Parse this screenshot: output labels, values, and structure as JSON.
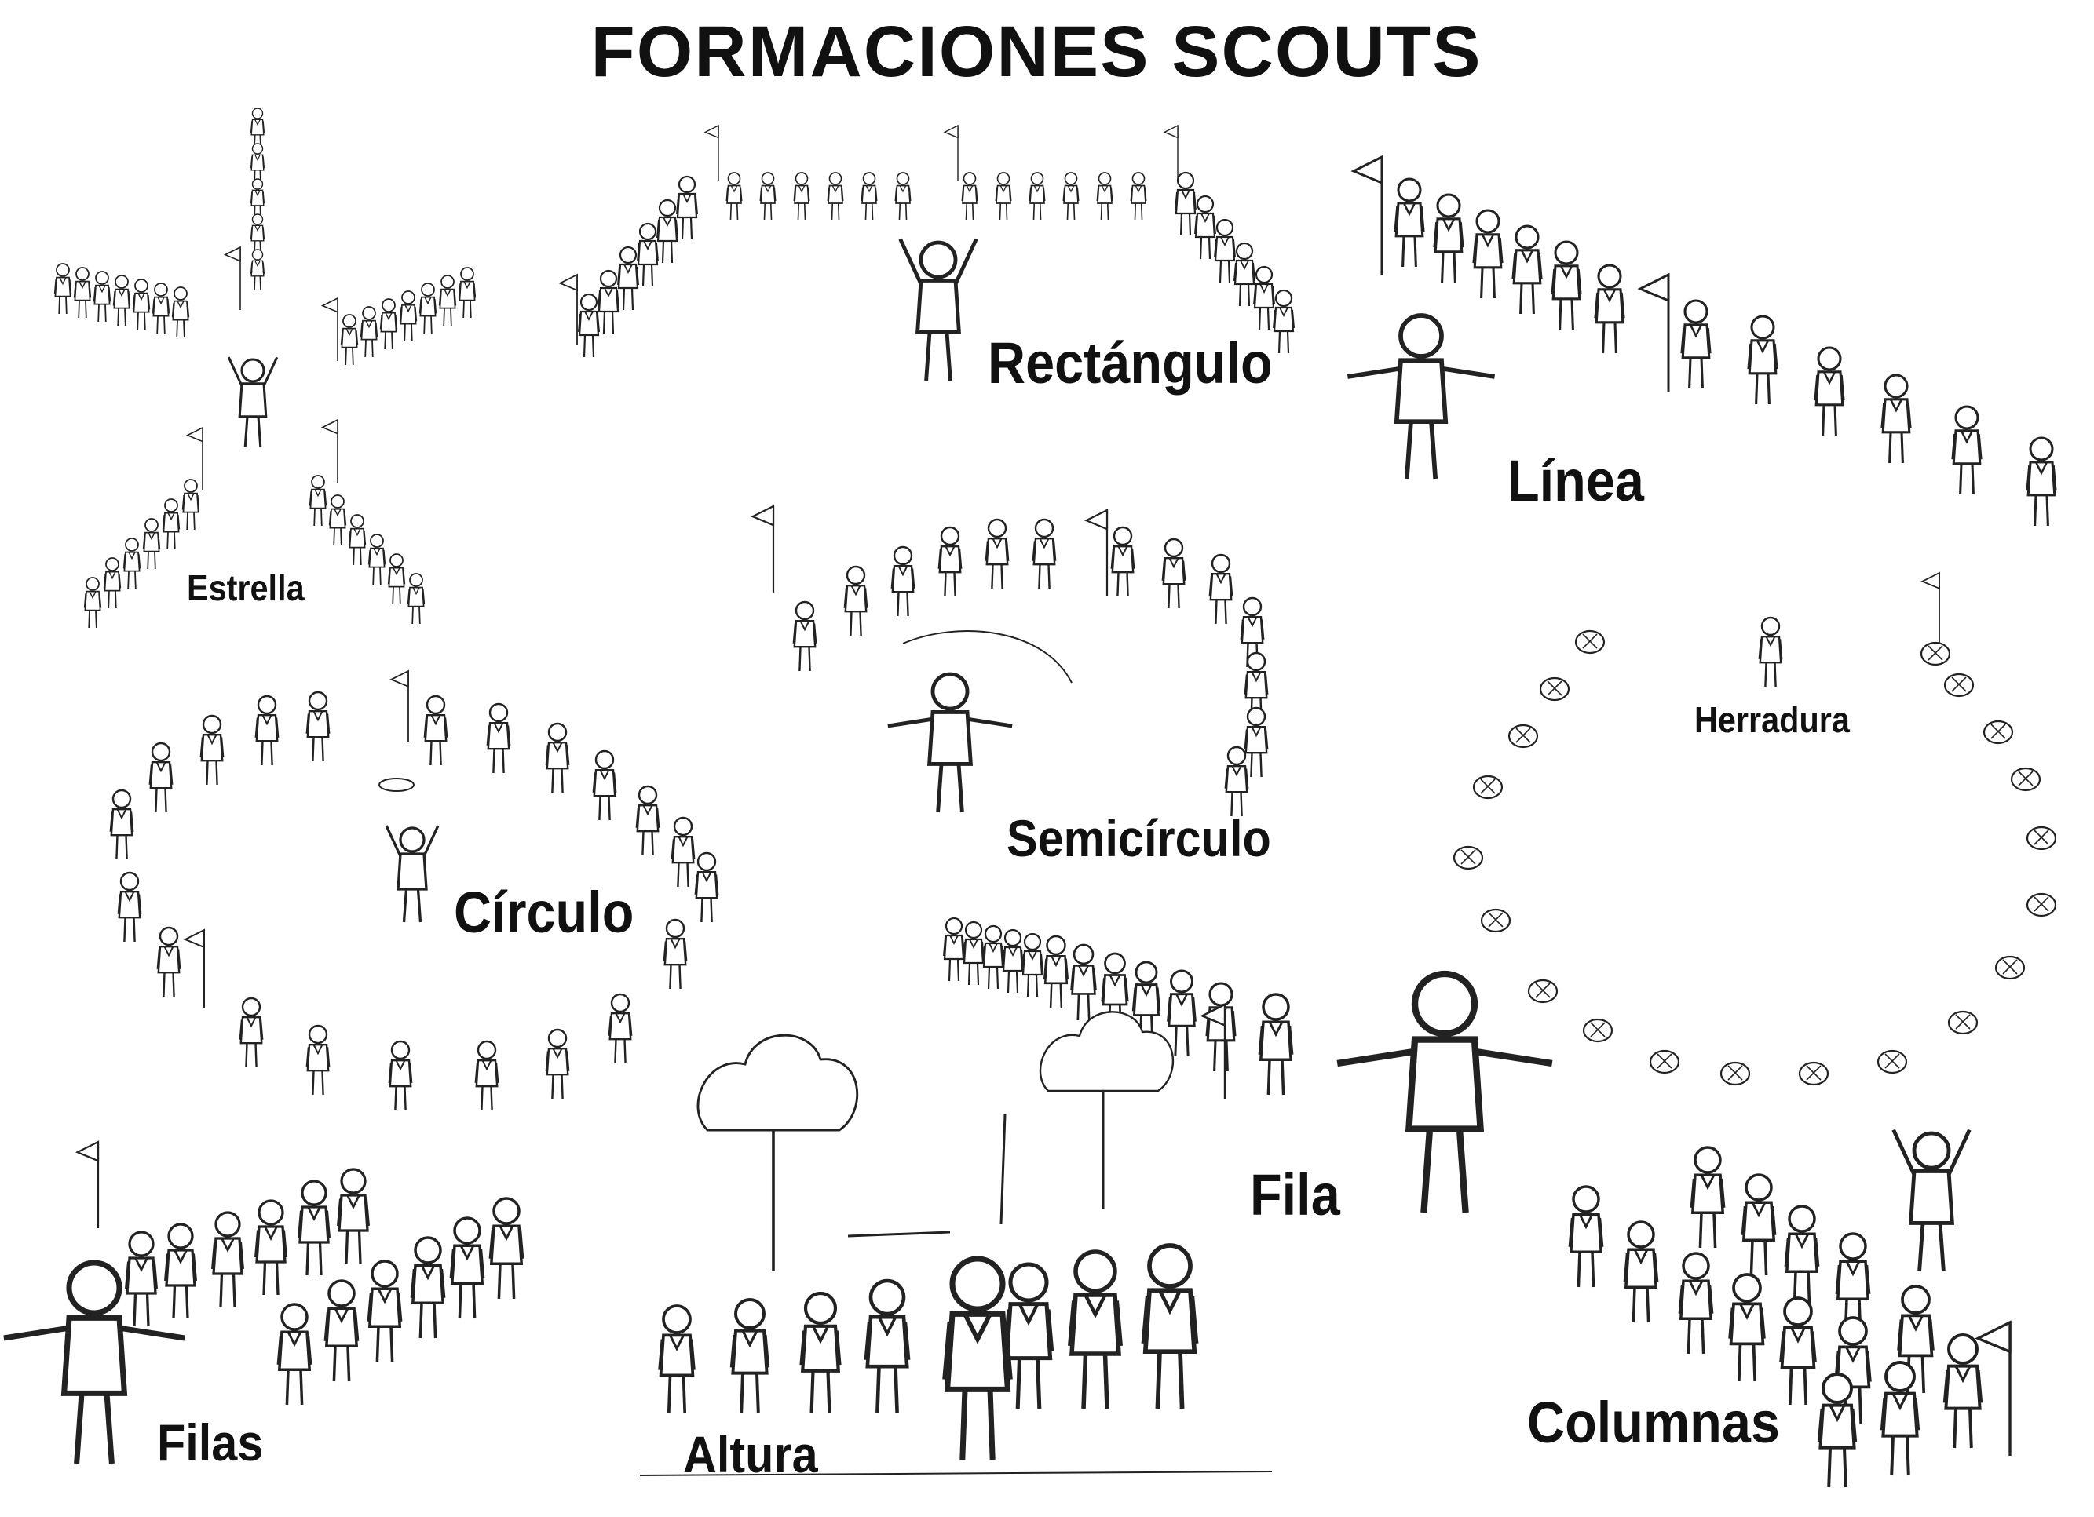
{
  "title": "FORMACIONES SCOUTS",
  "formations": {
    "estrella": "Estrella",
    "rectangulo": "Rectángulo",
    "linea": "Línea",
    "semicirculo": "Semicírculo",
    "herradura": "Herradura",
    "circulo": "Círculo",
    "fila": "Fila",
    "filas": "Filas",
    "altura": "Altura",
    "columnas": "Columnas"
  },
  "colors": {
    "ink": "#111111",
    "background": "#ffffff"
  }
}
